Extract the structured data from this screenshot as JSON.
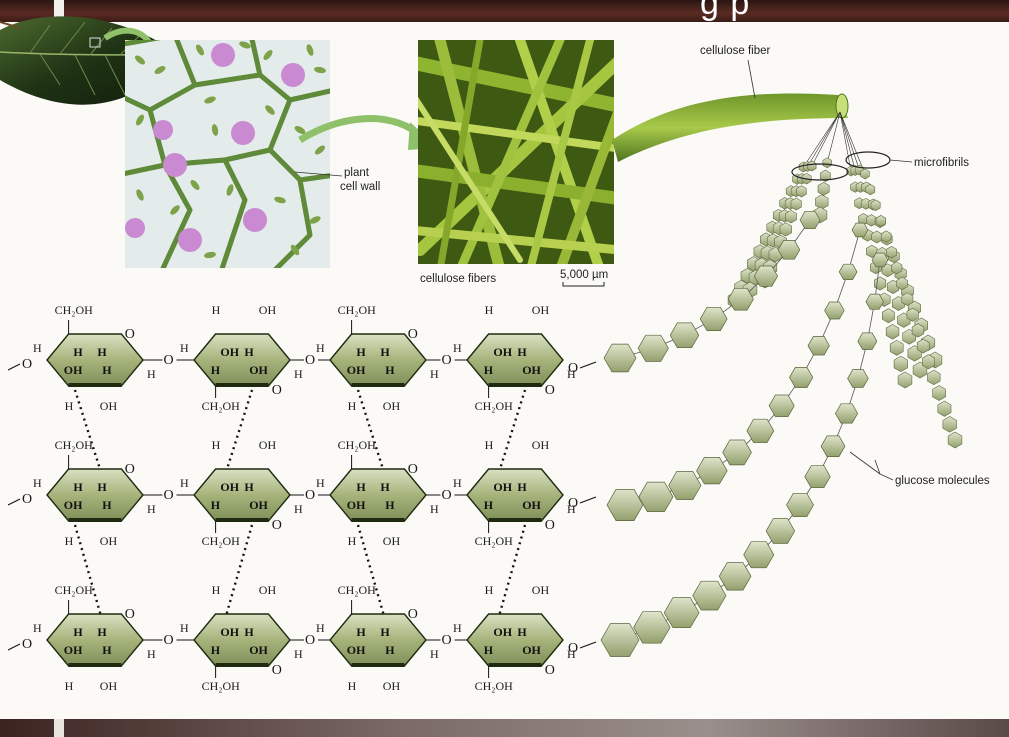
{
  "header": {
    "title_fragment": "g p"
  },
  "labels": {
    "plant_cell_wall_line1": "plant",
    "plant_cell_wall_line2": "cell wall",
    "cellulose_fibers": "cellulose fibers",
    "scale_bar": "5,000 µm",
    "cellulose_fiber": "cellulose fiber",
    "microfibrils": "microfibrils",
    "glucose_molecules": "glucose molecules"
  },
  "chem": {
    "ch2oh": "CH₂OH",
    "oh": "OH",
    "h": "H",
    "o": "O"
  },
  "colors": {
    "cell_wall": "#5f8a3a",
    "cell_fill": "#f3e4cc",
    "nucleus": "#c98ad2",
    "chloroplast": "#7da24a",
    "fiber": "#9cbd3c",
    "ring_fill": "#a9b58a",
    "chain_fill": "#b9c29a"
  }
}
